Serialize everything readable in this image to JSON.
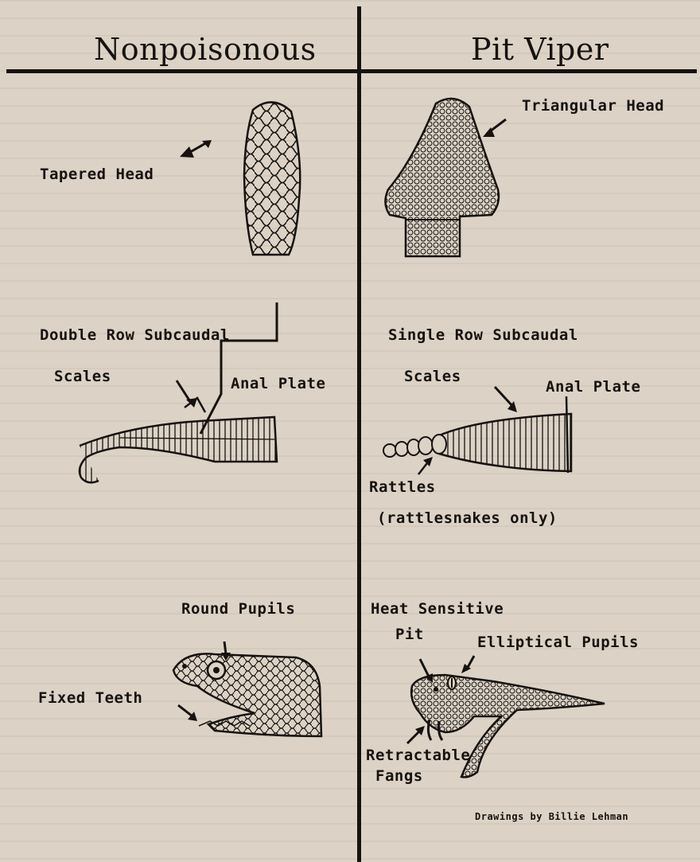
{
  "headings": {
    "left": "Nonpoisonous",
    "right": "Pit Viper"
  },
  "left_labels": {
    "head": "Tapered Head",
    "subcaudal_line1": "Double Row Subcaudal",
    "subcaudal_line2": "Scales",
    "anal_plate": "Anal Plate",
    "pupils": "Round Pupils",
    "teeth": "Fixed Teeth"
  },
  "right_labels": {
    "head": "Triangular Head",
    "subcaudal_line1": "Single Row Subcaudal",
    "subcaudal_line2": "Scales",
    "anal_plate": "Anal Plate",
    "rattles": "Rattles",
    "rattles_note": "(rattlesnakes only)",
    "pit_line1": "Heat Sensitive",
    "pit_line2": "Pit",
    "pupils": "Elliptical Pupils",
    "fangs_line1": "Retractable",
    "fangs_line2": "Fangs"
  },
  "credit": "Drawings by Billie Lehman"
}
